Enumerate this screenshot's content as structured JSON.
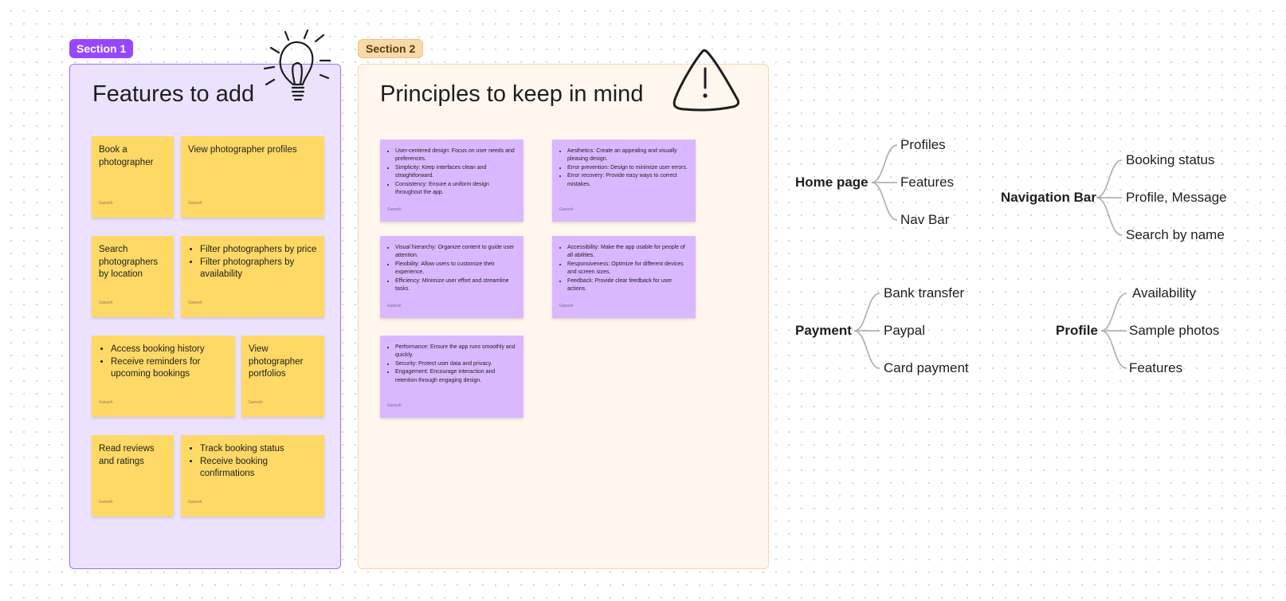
{
  "section1": {
    "label": "Section 1",
    "title": "Features to add",
    "notes": [
      {
        "text": "Book a photographer",
        "author": "Ganesh"
      },
      {
        "text": "View photographer profiles",
        "author": "Ganesh"
      },
      {
        "text": "Search photographers by location",
        "author": "Ganesh"
      },
      {
        "items": [
          "Filter photographers by price",
          "Filter photographers by availability"
        ],
        "author": "Ganesh"
      },
      {
        "items": [
          "Access booking history",
          "Receive reminders for upcoming bookings"
        ],
        "author": "Ganesh"
      },
      {
        "text": "View photographer portfolios",
        "author": "Ganesh"
      },
      {
        "text": "Read reviews and ratings",
        "author": "Ganesh"
      },
      {
        "items": [
          "Track booking status",
          "Receive booking confirmations"
        ],
        "author": "Ganesh"
      }
    ]
  },
  "section2": {
    "label": "Section 2",
    "title": "Principles to keep in mind",
    "notes": [
      {
        "items": [
          "User-centered design: Focus on user needs and preferences.",
          "Simplicity: Keep interfaces clean and straightforward.",
          "Consistency: Ensure a uniform design throughout the app."
        ],
        "author": "Ganesh"
      },
      {
        "items": [
          "Aesthetics: Create an appealing and visually pleasing design.",
          "Error prevention: Design to minimize user errors.",
          "Error recovery: Provide easy ways to correct mistakes."
        ],
        "author": "Ganesh"
      },
      {
        "items": [
          "Visual hierarchy: Organize content to guide user attention.",
          "Flexibility: Allow users to customize their experience.",
          "Efficiency: Minimize user effort and streamline tasks."
        ],
        "author": "Ganesh"
      },
      {
        "items": [
          "Accessibility: Make the app usable for people of all abilities.",
          "Responsiveness: Optimize for different devices and screen sizes.",
          "Feedback: Provide clear feedback for user actions."
        ],
        "author": "Ganesh"
      },
      {
        "items": [
          "Performance: Ensure the app runs smoothly and quickly.",
          "Security: Protect user data and privacy.",
          "Engagement: Encourage interaction and retention through engaging design."
        ],
        "author": "Ganesh"
      }
    ]
  },
  "mindmaps": [
    {
      "root": "Home page",
      "children": [
        "Profiles",
        "Features",
        "Nav Bar"
      ]
    },
    {
      "root": "Navigation Bar",
      "children": [
        "Booking status",
        "Profile, Message",
        "Search by name"
      ]
    },
    {
      "root": "Payment",
      "children": [
        "Bank transfer",
        "Paypal",
        "Card payment"
      ]
    },
    {
      "root": "Profile",
      "children": [
        "Availability",
        "Sample photos",
        "Features"
      ]
    }
  ],
  "colors": {
    "section1_accent": "#9747ff",
    "section1_bg": "#ece2fd",
    "section2_accent": "#f9d9a8",
    "section2_bg": "#fff6ee",
    "sticky_yellow": "#ffd966",
    "sticky_purple": "#d9b8ff"
  },
  "icons": [
    "lightbulb-icon",
    "warning-icon"
  ]
}
